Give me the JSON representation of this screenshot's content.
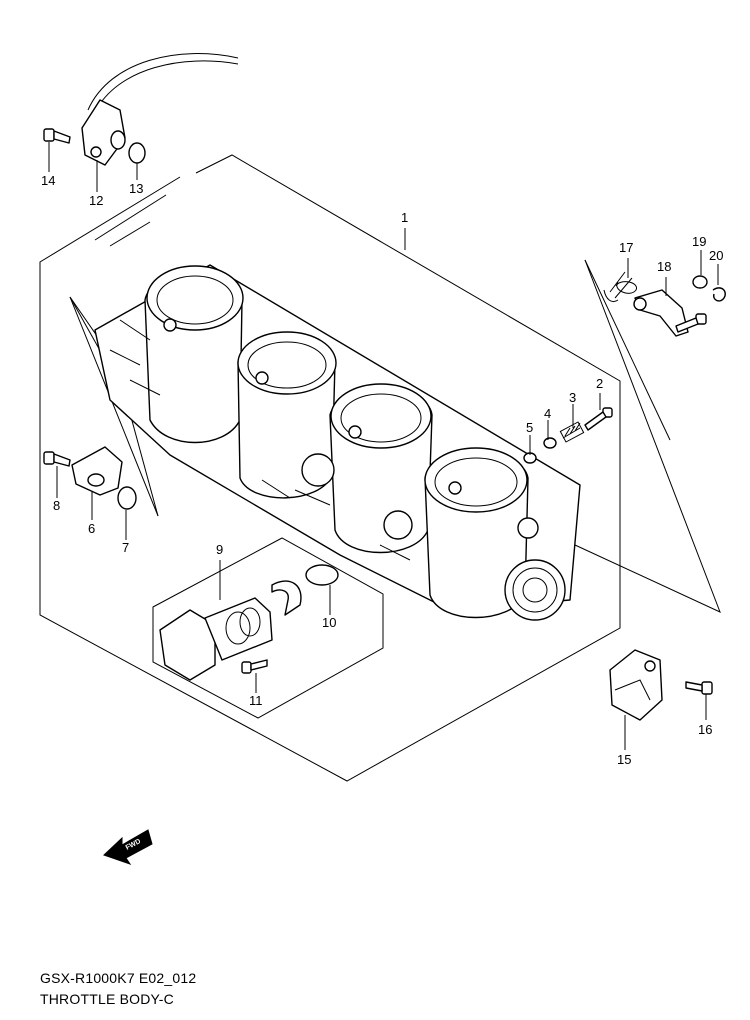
{
  "caption": {
    "model_line": "GSX-R1000K7 E02_012",
    "title_line": "THROTTLE BODY-C"
  },
  "callouts": [
    {
      "id": "c1",
      "text": "1"
    },
    {
      "id": "c2",
      "text": "2"
    },
    {
      "id": "c3",
      "text": "3"
    },
    {
      "id": "c4",
      "text": "4"
    },
    {
      "id": "c5",
      "text": "5"
    },
    {
      "id": "c6",
      "text": "6"
    },
    {
      "id": "c7",
      "text": "7"
    },
    {
      "id": "c8",
      "text": "8"
    },
    {
      "id": "c9",
      "text": "9"
    },
    {
      "id": "c10",
      "text": "10"
    },
    {
      "id": "c11",
      "text": "11"
    },
    {
      "id": "c12",
      "text": "12"
    },
    {
      "id": "c13",
      "text": "13"
    },
    {
      "id": "c14",
      "text": "14"
    },
    {
      "id": "c15",
      "text": "15"
    },
    {
      "id": "c16",
      "text": "16"
    },
    {
      "id": "c17",
      "text": "17"
    },
    {
      "id": "c18",
      "text": "18"
    },
    {
      "id": "c19",
      "text": "19"
    },
    {
      "id": "c20",
      "text": "20"
    }
  ],
  "fwd_arrow": {
    "text": "FWD",
    "icon": "fwd-arrow-icon"
  }
}
